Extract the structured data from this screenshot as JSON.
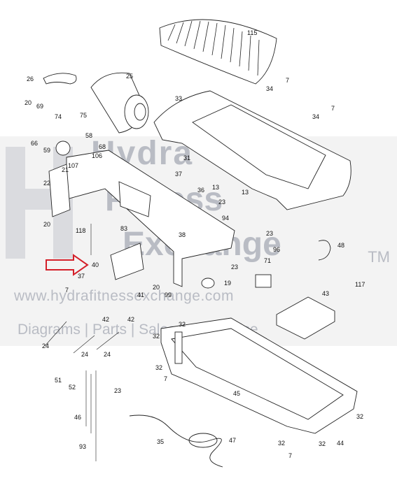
{
  "diagram": {
    "part_numbers": [
      "115",
      "26",
      "25",
      "33",
      "34",
      "7",
      "20",
      "69",
      "74",
      "75",
      "34",
      "7",
      "66",
      "58",
      "68",
      "59",
      "31",
      "106",
      "107",
      "37",
      "21",
      "22",
      "36",
      "13",
      "13",
      "20",
      "23",
      "118",
      "83",
      "94",
      "38",
      "23",
      "96",
      "48",
      "40",
      "71",
      "23",
      "37",
      "20",
      "19",
      "117",
      "41",
      "7",
      "43",
      "99",
      "42",
      "42",
      "32",
      "24",
      "24",
      "24",
      "32",
      "45",
      "32",
      "7",
      "51",
      "52",
      "23",
      "46",
      "32",
      "93",
      "35",
      "47",
      "32",
      "44",
      "32",
      "7"
    ]
  },
  "watermark": {
    "line1": "Hydra",
    "line2": "Fitness",
    "line3": "Exchange",
    "trademark": "TM",
    "url": "www.hydrafitnessexchange.com",
    "tagline": "Diagrams | Parts | Sales And Service"
  },
  "colors": {
    "arrow": "#d4202a",
    "watermark": "#b9bcc4",
    "line": "#222222"
  }
}
